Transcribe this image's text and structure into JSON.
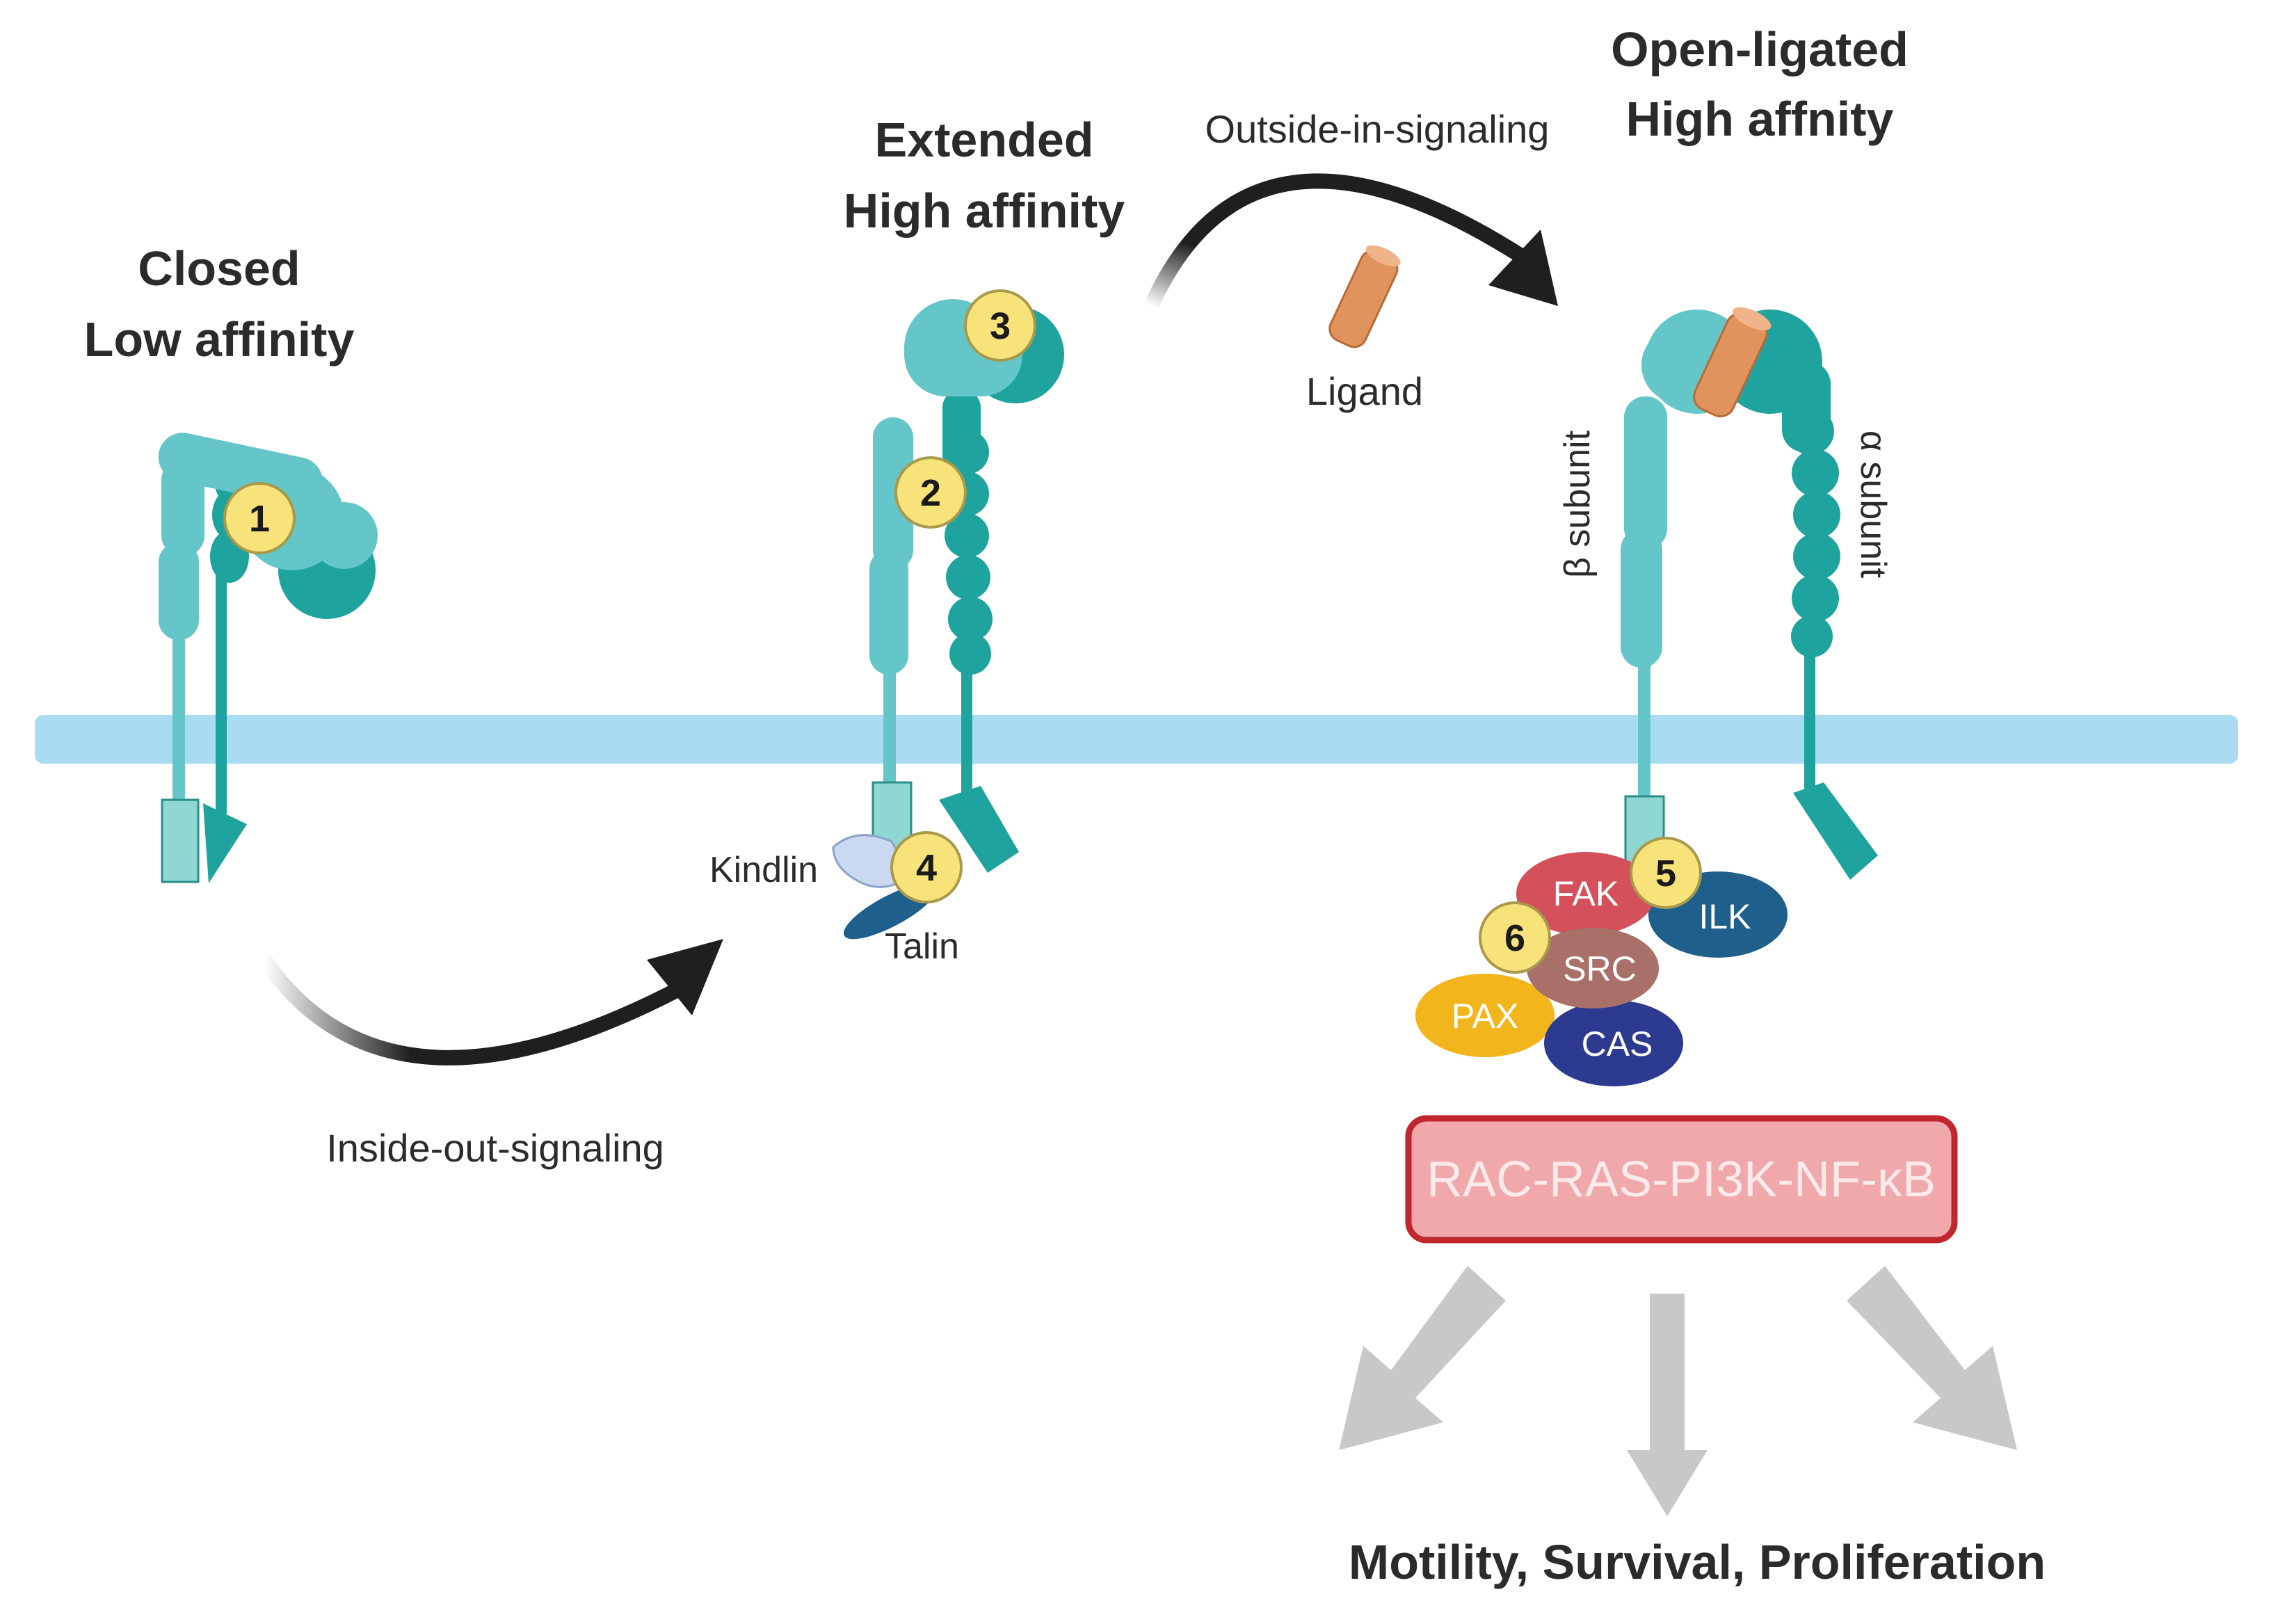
{
  "states": {
    "closed": {
      "line1": "Closed",
      "line2": "Low affinity"
    },
    "extended": {
      "line1": "Extended",
      "line2": "High affinity"
    },
    "open": {
      "line1": "Open-ligated",
      "line2": "High affnity"
    }
  },
  "signaling": {
    "inside_out": "Inside-out-signaling",
    "outside_in": "Outside-in-signaling"
  },
  "labels": {
    "ligand": "Ligand",
    "beta_subunit": "β subunit",
    "alpha_subunit": "α subunit",
    "kindlin": "Kindlin",
    "talin": "Talin"
  },
  "markers": [
    "1",
    "2",
    "3",
    "4",
    "5",
    "6"
  ],
  "proteins": {
    "fak": "FAK",
    "ilk": "ILK",
    "src": "SRC",
    "pax": "PAX",
    "cas": "CAS"
  },
  "pathway": "RAC-RAS-PI3K-NF-κB",
  "outcome": "Motility, Survival, Proliferation",
  "colors": {
    "membrane": "#a9dcf2",
    "beta_light": "#64c6c8",
    "alpha_dark": "#1fa39f",
    "alpha_darker": "#188c88",
    "marker_fill": "#f8e27a",
    "ligand": "#e0935c",
    "fak": "#d4505a",
    "ilk": "#1e5f8c",
    "src": "#a87068",
    "pax": "#f2b51c",
    "cas": "#2c3b8f",
    "pathway_box": "#f1a8aa",
    "pathway_border": "#c0262d",
    "arrow_grey": "#c8c8c8"
  }
}
